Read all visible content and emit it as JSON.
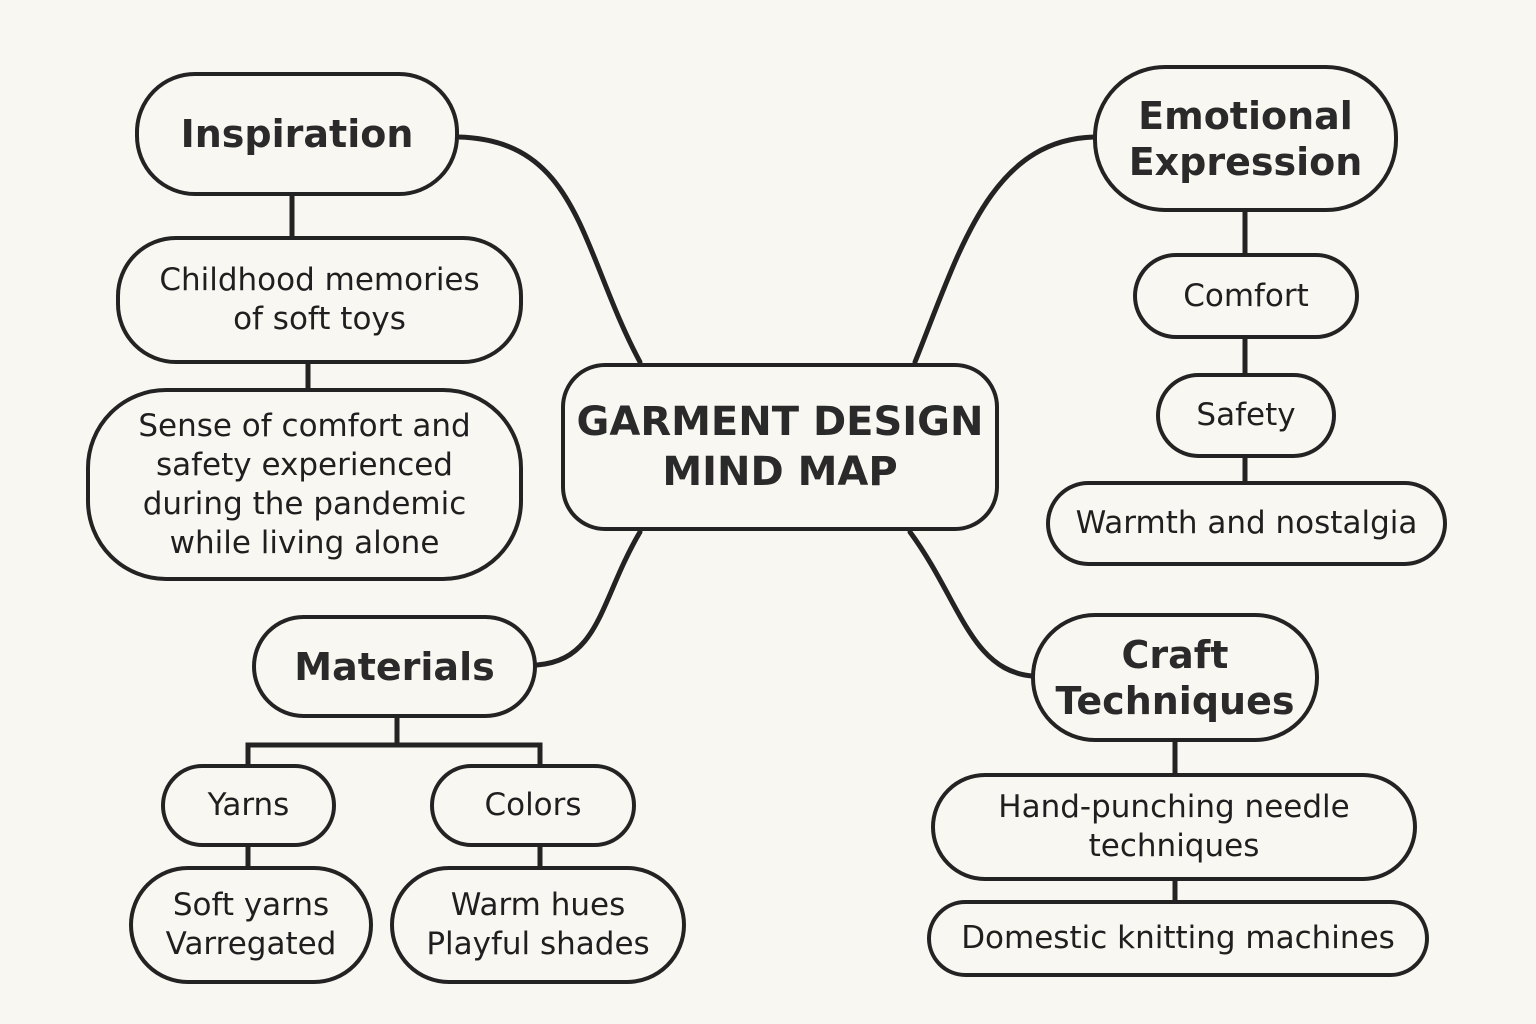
{
  "center": {
    "label": "GARMENT DESIGN\nMIND MAP"
  },
  "inspiration": {
    "label": "Inspiration",
    "items": [
      "Childhood memories\nof soft toys",
      "Sense of comfort and\nsafety experienced\nduring the pandemic\nwhile living alone"
    ]
  },
  "emotional": {
    "label": "Emotional\nExpression",
    "items": [
      "Comfort",
      "Safety",
      "Warmth and nostalgia"
    ]
  },
  "materials": {
    "label": "Materials",
    "yarns": {
      "label": "Yarns",
      "detail": "Soft yarns\nVarregated"
    },
    "colors": {
      "label": "Colors",
      "detail": "Warm hues\nPlayful shades"
    }
  },
  "craft": {
    "label": "Craft\nTechniques",
    "items": [
      "Hand-punching needle\ntechniques",
      "Domestic knitting machines"
    ]
  }
}
